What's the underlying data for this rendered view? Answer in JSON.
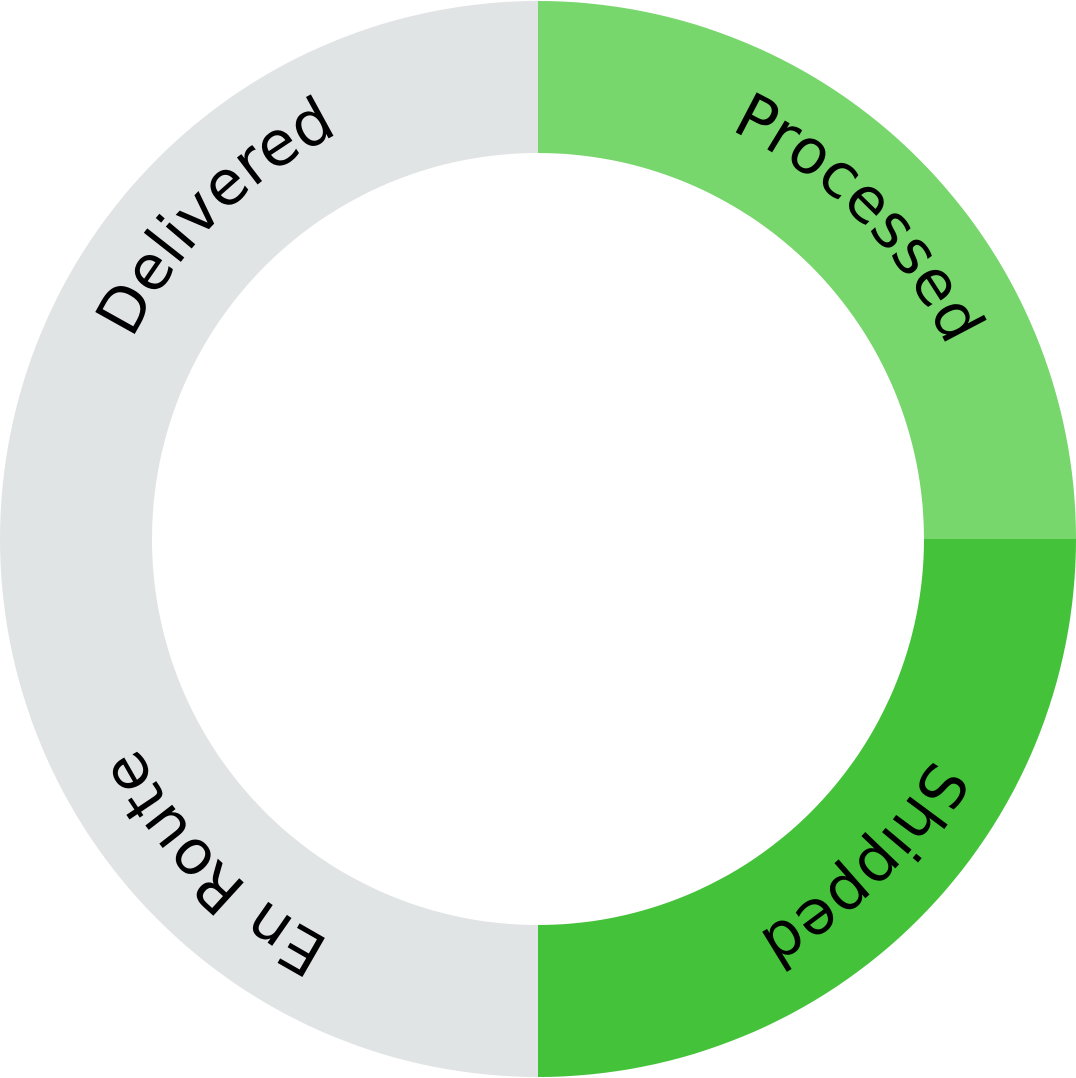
{
  "tracker": {
    "stages": [
      {
        "label": "Processed",
        "status": "complete",
        "color": "#77d66c"
      },
      {
        "label": "Shipped",
        "status": "complete",
        "color": "#44c23a"
      },
      {
        "label": "En Route",
        "status": "pending",
        "color": "#e1e4e5"
      },
      {
        "label": "Delivered",
        "status": "pending",
        "color": "#e1e4e5"
      }
    ],
    "completed_stages": 2,
    "total_stages": 4
  }
}
